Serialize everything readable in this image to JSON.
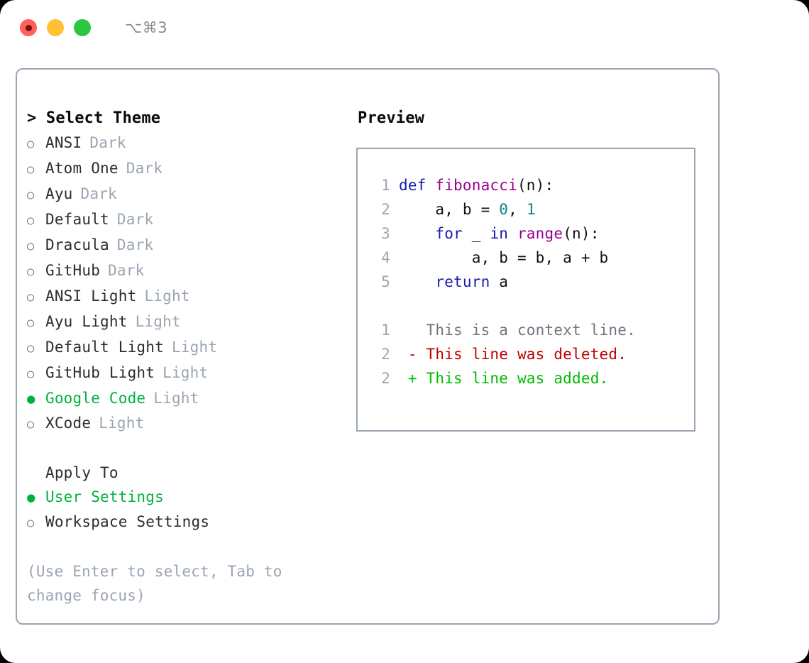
{
  "titlebar": {
    "shortcut": "⌥⌘3",
    "buttons": [
      {
        "name": "close",
        "color": "#ff6059"
      },
      {
        "name": "minimize",
        "color": "#ffc032"
      },
      {
        "name": "maximize",
        "color": "#2ac840"
      }
    ]
  },
  "theme_list": {
    "header": "> Select Theme",
    "options": [
      {
        "marker": "○",
        "name": "ANSI",
        "category": "Dark",
        "selected": false
      },
      {
        "marker": "○",
        "name": "Atom One",
        "category": "Dark",
        "selected": false
      },
      {
        "marker": "○",
        "name": "Ayu",
        "category": "Dark",
        "selected": false
      },
      {
        "marker": "○",
        "name": "Default",
        "category": "Dark",
        "selected": false
      },
      {
        "marker": "○",
        "name": "Dracula",
        "category": "Dark",
        "selected": false
      },
      {
        "marker": "○",
        "name": "GitHub",
        "category": "Dark",
        "selected": false
      },
      {
        "marker": "○",
        "name": "ANSI Light",
        "category": "Light",
        "selected": false
      },
      {
        "marker": "○",
        "name": "Ayu Light",
        "category": "Light",
        "selected": false
      },
      {
        "marker": "○",
        "name": "Default Light",
        "category": "Light",
        "selected": false
      },
      {
        "marker": "○",
        "name": "GitHub Light",
        "category": "Light",
        "selected": false
      },
      {
        "marker": "●",
        "name": "Google Code",
        "category": "Light",
        "selected": true
      },
      {
        "marker": "○",
        "name": "XCode",
        "category": "Light",
        "selected": false
      }
    ]
  },
  "apply_to": {
    "header": "Apply To",
    "options": [
      {
        "marker": "●",
        "name": "User Settings",
        "selected": true
      },
      {
        "marker": "○",
        "name": "Workspace Settings",
        "selected": false
      }
    ]
  },
  "hint": "(Use Enter to select, Tab to change focus)",
  "preview": {
    "title": "Preview",
    "code_lines": [
      {
        "number": "1",
        "tokens": [
          {
            "text": "def ",
            "type": "kw"
          },
          {
            "text": "fibonacci",
            "type": "fn"
          },
          {
            "text": "(n):",
            "type": "pl"
          }
        ]
      },
      {
        "number": "2",
        "tokens": [
          {
            "text": "    a, b = ",
            "type": "pl"
          },
          {
            "text": "0",
            "type": "num"
          },
          {
            "text": ", ",
            "type": "pl"
          },
          {
            "text": "1",
            "type": "num"
          }
        ]
      },
      {
        "number": "3",
        "tokens": [
          {
            "text": "    ",
            "type": "pl"
          },
          {
            "text": "for",
            "type": "kw"
          },
          {
            "text": " _ ",
            "type": "pl"
          },
          {
            "text": "in",
            "type": "kw"
          },
          {
            "text": " ",
            "type": "pl"
          },
          {
            "text": "range",
            "type": "fn"
          },
          {
            "text": "(n):",
            "type": "pl"
          }
        ]
      },
      {
        "number": "4",
        "tokens": [
          {
            "text": "        a, b = b, a + b",
            "type": "pl"
          }
        ]
      },
      {
        "number": "5",
        "tokens": [
          {
            "text": "    ",
            "type": "pl"
          },
          {
            "text": "return",
            "type": "kw"
          },
          {
            "text": " a",
            "type": "pl"
          }
        ]
      }
    ],
    "diff_lines": [
      {
        "number": "1",
        "sign": " ",
        "text": "This is a context line.",
        "type": "ctx"
      },
      {
        "number": "2",
        "sign": "-",
        "text": "This line was deleted.",
        "type": "del"
      },
      {
        "number": "2",
        "sign": "+",
        "text": "This line was added.",
        "type": "add"
      }
    ]
  },
  "colors": {
    "accent_green": "#00b140",
    "muted": "#9aa5b1",
    "text": "#2b2b33",
    "keyword": "#1a1ab0",
    "function": "#99008f",
    "number": "#0f8186",
    "diff_delete": "#c00000",
    "diff_add": "#00bb00",
    "border": "#9aa5b1"
  }
}
